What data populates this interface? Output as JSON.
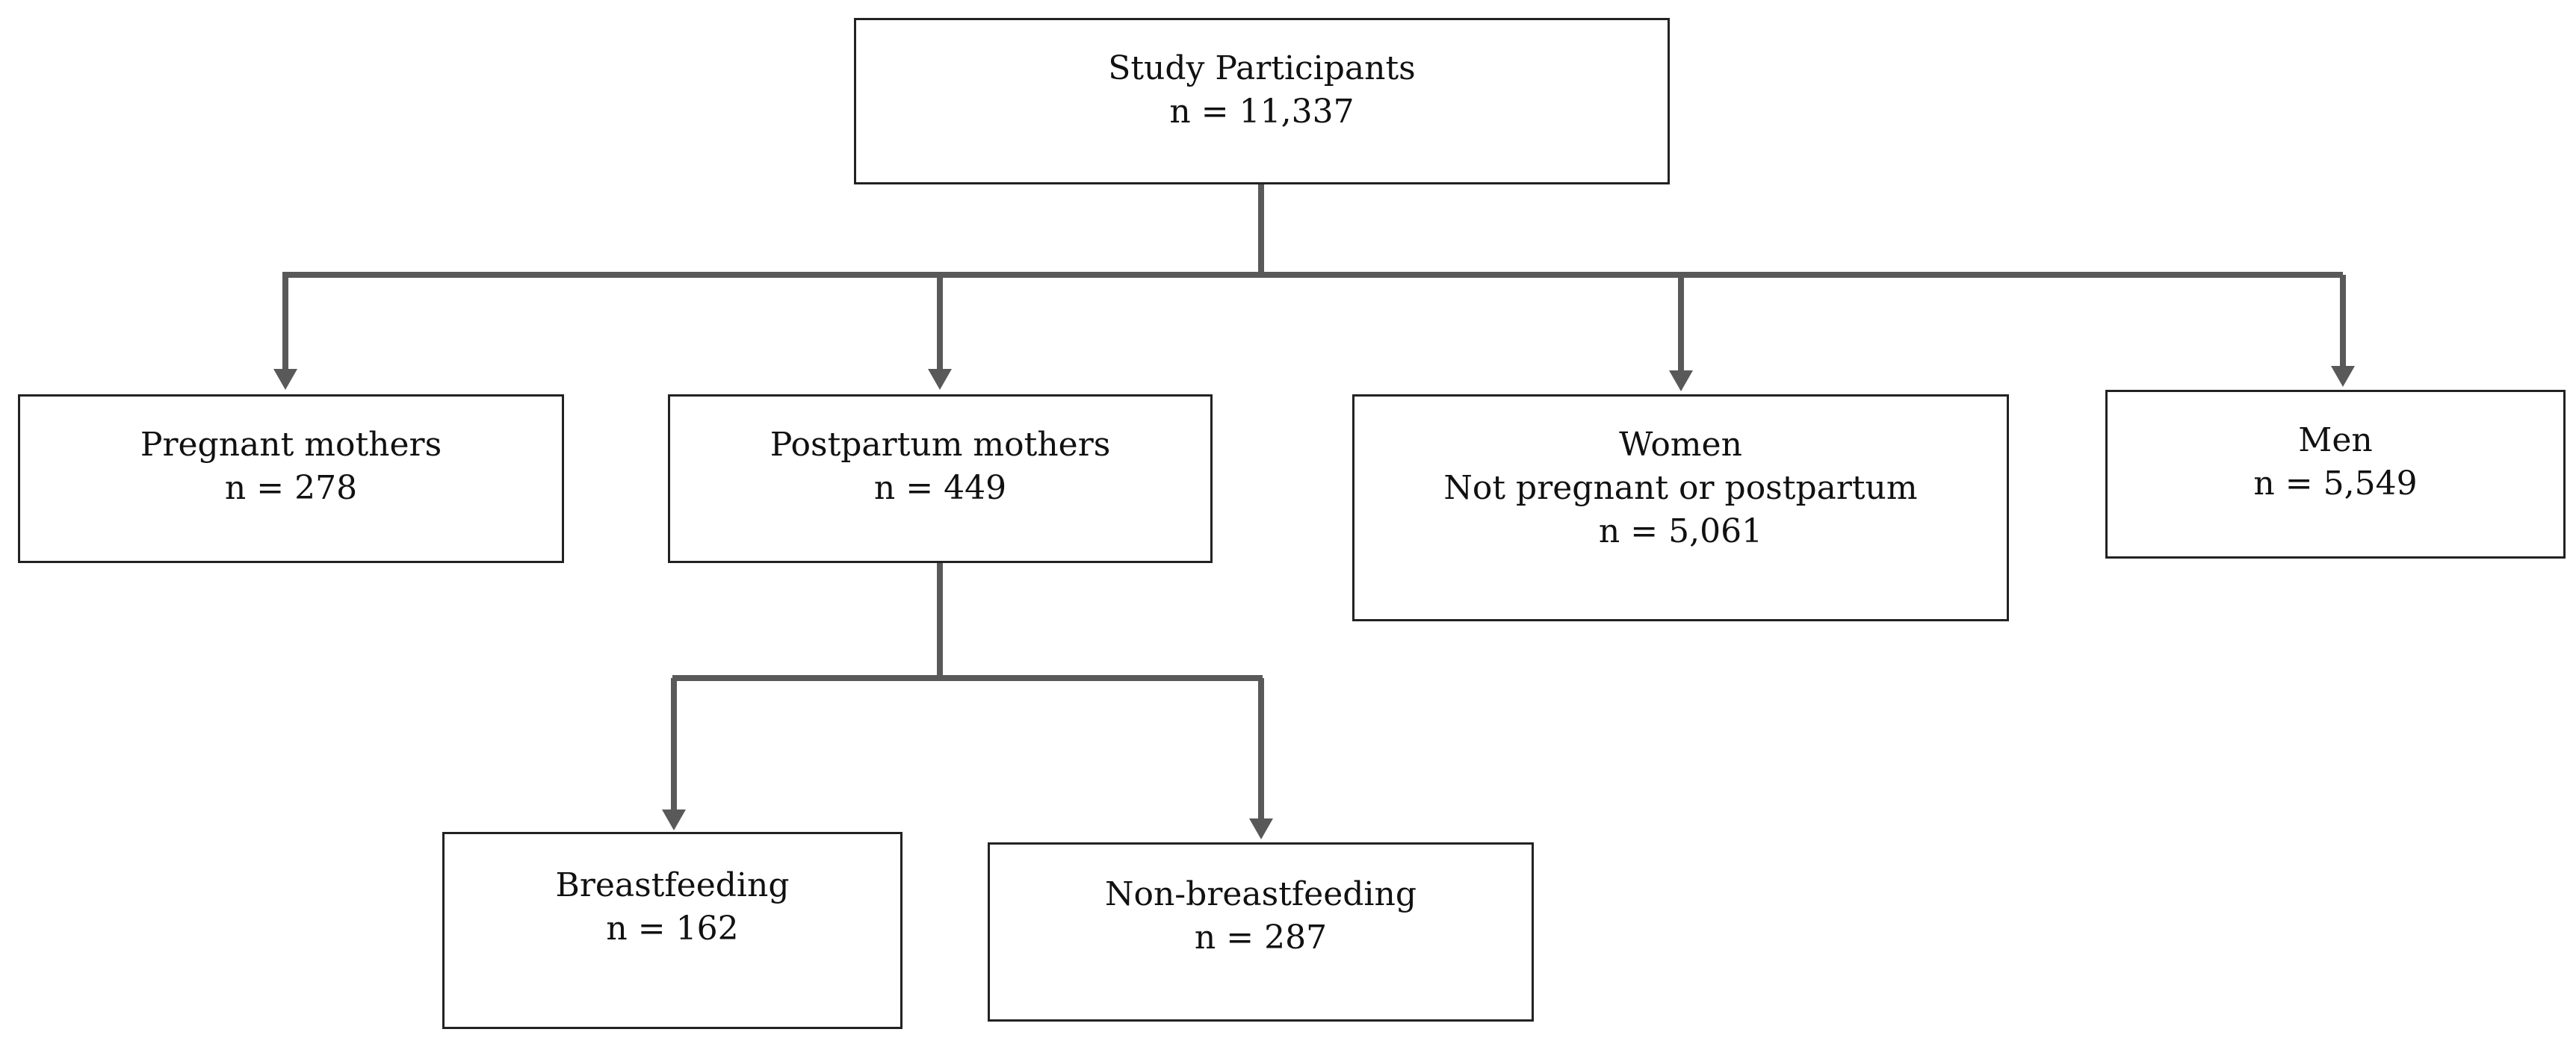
{
  "root": {
    "title": "Study Participants",
    "count": "n = 11,337"
  },
  "groups": [
    {
      "title": "Pregnant mothers",
      "count": "n = 278"
    },
    {
      "title": "Postpartum mothers",
      "count": "n = 449"
    },
    {
      "title": "Women",
      "subtitle": "Not pregnant or postpartum",
      "count": "n = 5,061"
    },
    {
      "title": "Men",
      "count": "n = 5,549"
    }
  ],
  "subgroups": [
    {
      "title": "Breastfeeding",
      "count": "n = 162"
    },
    {
      "title": "Non-breastfeeding",
      "count": "n = 287"
    }
  ],
  "colors": {
    "connector": "#595959",
    "border": "#222222",
    "text": "#111111"
  }
}
